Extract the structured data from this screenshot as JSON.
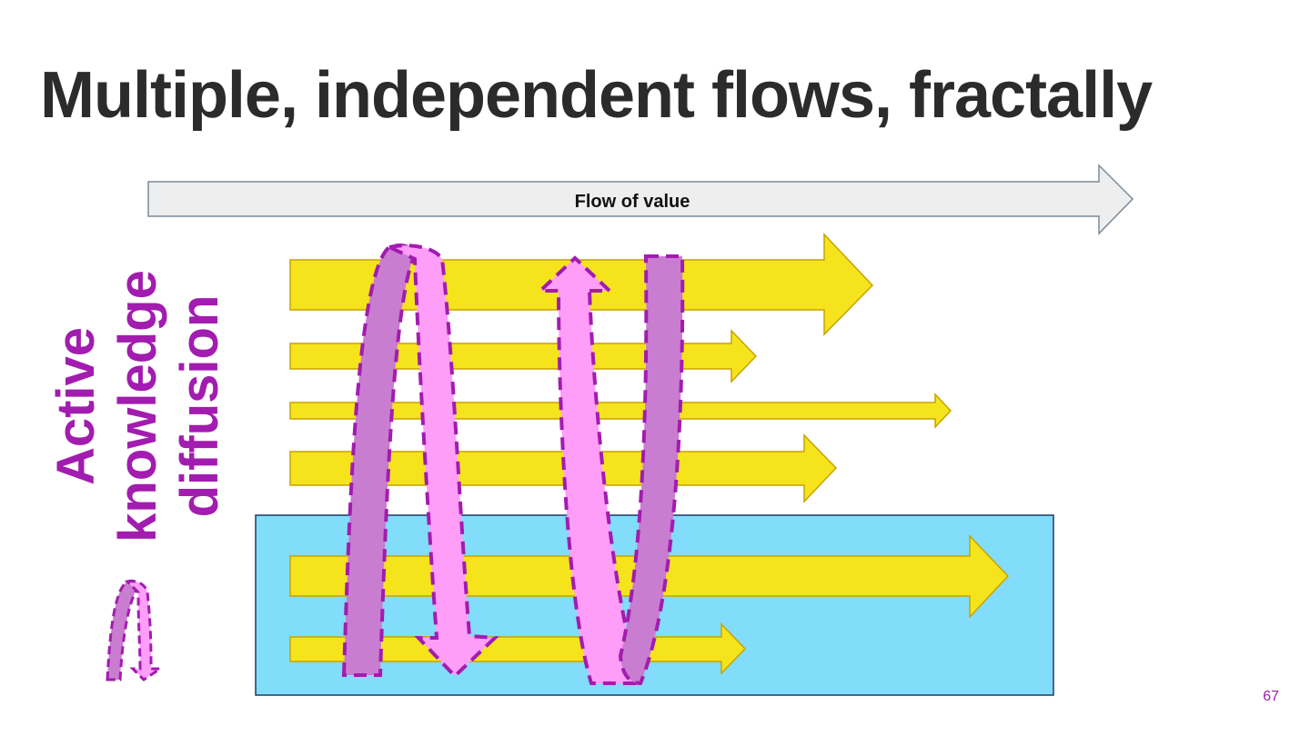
{
  "title": "Multiple, independent flows, fractally",
  "value_flow": {
    "label": "Flow of value"
  },
  "side_label": {
    "line1": "Active",
    "line2": "knowledge",
    "line3": "diffusion"
  },
  "page_number": "67",
  "colors": {
    "title": "#2b2b2b",
    "accent_magenta": "#a21caf",
    "flow_arrow_fill": "#f5e41c",
    "flow_arrow_stroke": "#c9a200",
    "value_arrow_fill": "#eeeeee",
    "value_arrow_stroke": "#7a8a99",
    "team_box_fill": "#82ddfa",
    "loop_dark": "#c97dd0",
    "loop_light": "#ff9ef8"
  }
}
